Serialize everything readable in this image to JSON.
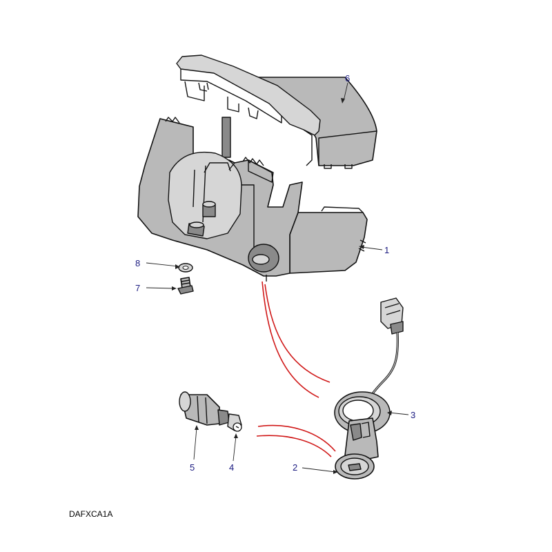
{
  "diagram": {
    "drawing_code": "DAFXCA1A",
    "callouts": [
      {
        "id": "c1",
        "label": "1"
      },
      {
        "id": "c2",
        "label": "2"
      },
      {
        "id": "c3",
        "label": "3"
      },
      {
        "id": "c4",
        "label": "4"
      },
      {
        "id": "c5",
        "label": "5"
      },
      {
        "id": "c6",
        "label": "6"
      },
      {
        "id": "c7",
        "label": "7"
      },
      {
        "id": "c8",
        "label": "8"
      }
    ],
    "colors": {
      "callout_text": "#1a1a80",
      "assembly_line": "#d01818",
      "part_fill": "#b9b9b9",
      "outline": "#111111"
    }
  }
}
